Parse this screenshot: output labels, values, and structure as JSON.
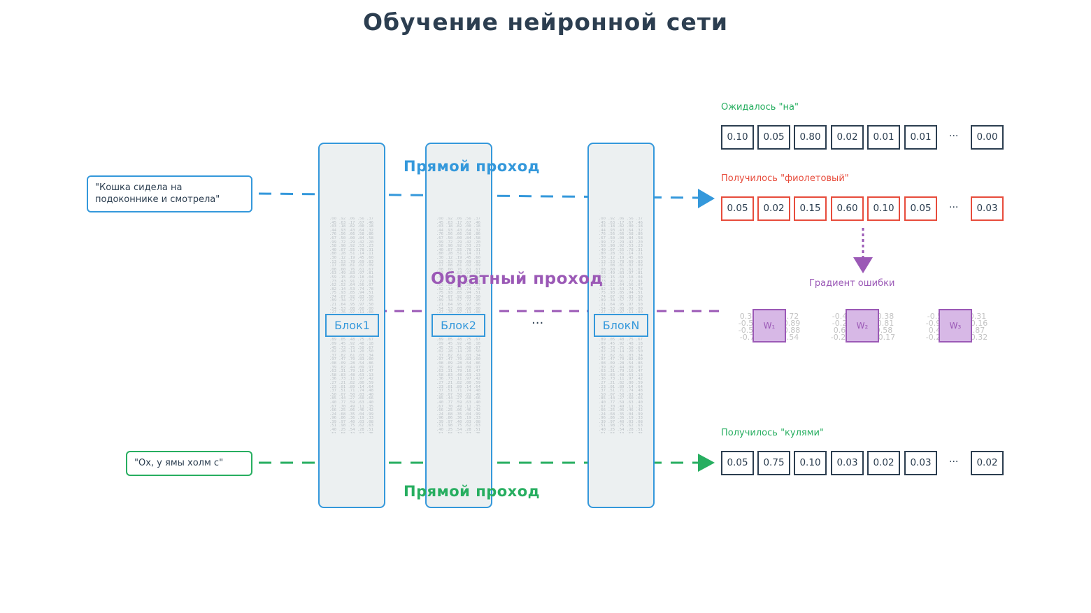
{
  "title": "Обучение нейронной сети",
  "blocks": [
    "Блок1",
    "Блок2",
    "БлокN"
  ],
  "block_ellipsis": "···",
  "inputs": {
    "top": "\"Кошка сидела на подоконнике и смотрела\"",
    "bottom": "\"Ох, у ямы холм с\""
  },
  "passes": {
    "forward_top": "Прямой проход",
    "backward": "Обратный проход",
    "forward_bottom": "Прямой проход"
  },
  "outputs": {
    "expected": {
      "label": "Ожидалось \"на\"",
      "values": [
        "0.10",
        "0.05",
        "0.80",
        "0.02",
        "0.01",
        "0.01",
        "0.00"
      ]
    },
    "got_top": {
      "label": "Получилось \"фиолетовый\"",
      "values": [
        "0.05",
        "0.02",
        "0.15",
        "0.60",
        "0.10",
        "0.05",
        "0.03"
      ]
    },
    "got_bottom": {
      "label": "Получилось \"кулями\"",
      "values": [
        "0.05",
        "0.75",
        "0.10",
        "0.03",
        "0.02",
        "0.03",
        "0.02"
      ]
    },
    "ellipsis": "···"
  },
  "gradient_label": "Градиент ошибки",
  "weights": [
    {
      "label": "W₁",
      "nums": [
        "0.34 0.17 -0.72",
        "-0.58 -0.65 0.89",
        "-0.55 -0.40 0.88",
        "-0.79 0.86 0.54"
      ]
    },
    {
      "label": "W₂",
      "nums": [
        "-0.47 -0.65 0.38",
        "-0.25 -0.40 0.81",
        "0.67 -0.25 0.58",
        "-0.25 -0.90 -0.17"
      ]
    },
    {
      "label": "W₃",
      "nums": [
        "-0.50 0.59 0.31",
        "-0.91 -0.20 0.16",
        "0.43 0.90 0.87",
        "-0.20 -0.85 0.32"
      ]
    }
  ],
  "colors": {
    "blue": "#3498db",
    "purple": "#9b59b6",
    "green": "#27ae60",
    "red": "#e74c3c",
    "dark": "#2c3e50"
  }
}
